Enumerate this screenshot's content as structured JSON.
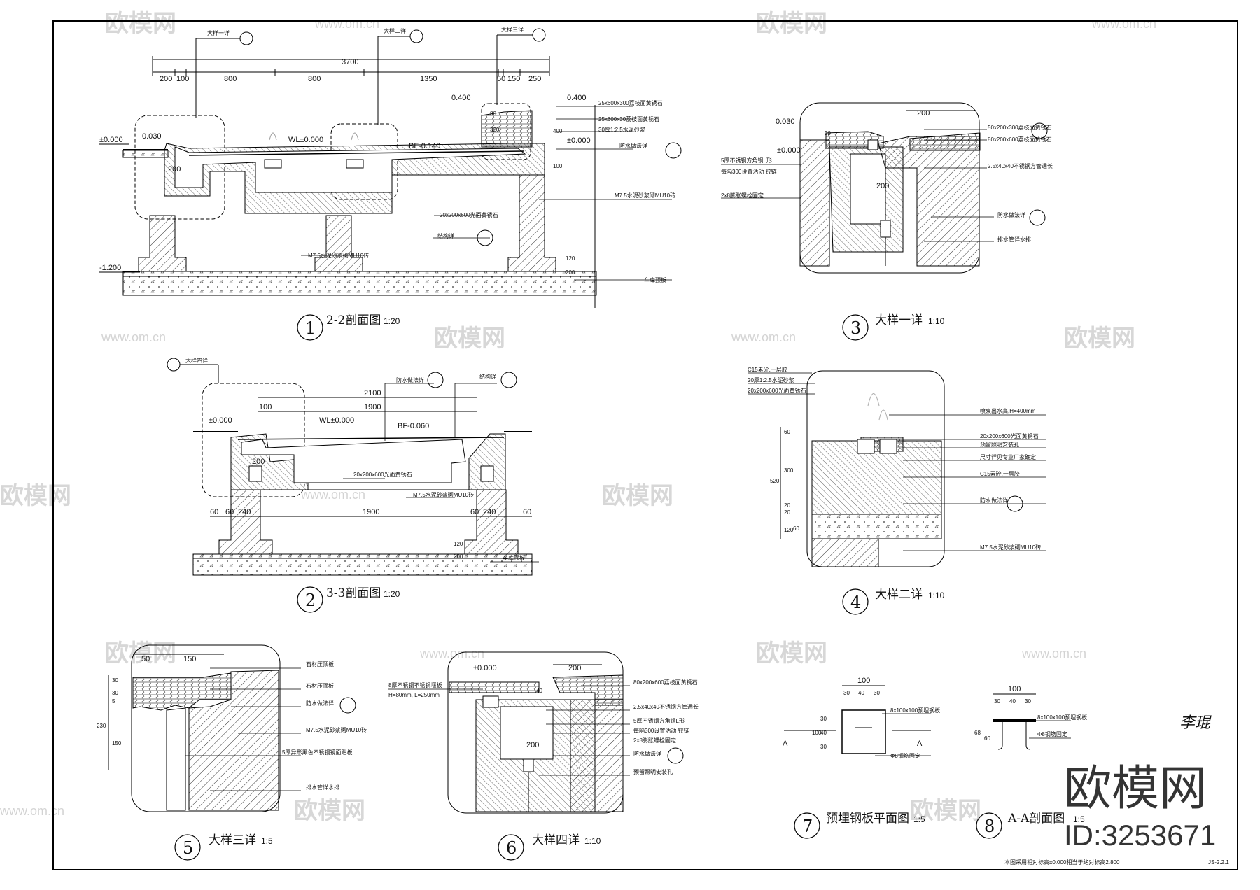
{
  "sheet": {
    "code": "JS-2.2.1",
    "note": "本图采用相对标高±0.000相当于绝对标高2.800",
    "signature": "李琨"
  },
  "watermark": {
    "brand": "欧模网",
    "site": "www.om.cn",
    "id": "ID:3253671"
  },
  "views": [
    {
      "num": "1",
      "title": "2-2剖面图",
      "scale": "1:20"
    },
    {
      "num": "2",
      "title": "3-3剖面图",
      "scale": "1:20"
    },
    {
      "num": "3",
      "title": "大样一详",
      "scale": "1:10"
    },
    {
      "num": "4",
      "title": "大样二详",
      "scale": "1:10"
    },
    {
      "num": "5",
      "title": "大样三详",
      "scale": "1:5"
    },
    {
      "num": "6",
      "title": "大样四详",
      "scale": "1:10"
    },
    {
      "num": "7",
      "title": "预埋钢板平面图",
      "scale": "1:5"
    },
    {
      "num": "8",
      "title": "A-A剖面图",
      "scale": "1:5"
    }
  ],
  "s1": {
    "detail_refs": [
      "大样一详",
      "大样二详",
      "大样三详"
    ],
    "dims_total": "3700",
    "dims": [
      "200",
      "100",
      "800",
      "800",
      "1350",
      "50",
      "150",
      "250"
    ],
    "levels": [
      "±0.000",
      "0.030",
      "WL±0.000",
      "BF-0.140",
      "0.400",
      "0.400",
      "±0.000",
      "-1.200"
    ],
    "vdims": [
      "320",
      "80",
      "400",
      "100",
      "120",
      "200"
    ],
    "notes": [
      "25x600x300荔枝面黄锈石",
      "25x600x30荔枝面黄锈石",
      "30厚1:2.5水泥砂浆",
      "防水做法详",
      "M7.5水泥砂浆砌MU10砖",
      "20x200x600光面黄锈石",
      "结构详",
      "M7.5水泥砂浆砌MU10砖",
      "车库顶板"
    ],
    "dim200": "200"
  },
  "s2": {
    "detail_ref": "大样四详",
    "dims": [
      "2100",
      "1900",
      "100",
      "1900"
    ],
    "bdims": [
      "60",
      "60",
      "240",
      "60",
      "240",
      "60"
    ],
    "levels": [
      "±0.000",
      "WL±0.000",
      "BF-0.060"
    ],
    "dim200": "200",
    "notes": [
      "防水做法详",
      "结构详",
      "20x200x600光面黄锈石",
      "M7.5水泥砂浆砌MU10砖",
      "车库顶板"
    ],
    "vdims": [
      "120",
      "200"
    ]
  },
  "s3": {
    "levels": [
      "0.030",
      "±0.000"
    ],
    "dims": [
      "200",
      "200",
      "20"
    ],
    "notes": [
      "50x200x300荔枝面黄锈石",
      "80x200x600荔枝面黄锈石",
      "2.5x40x40不锈钢方管通长",
      "防水做法详",
      "排水管详水排",
      "5厚不锈钢方角钢L形",
      "每隔300设置活动 铰链",
      "2x8膨胀螺栓固定"
    ]
  },
  "s4": {
    "dims": [
      "520",
      "60",
      "300",
      "20",
      "20",
      "120",
      "60"
    ],
    "notes": [
      "C15素砼,一层胶",
      "20厚1:2.5水泥砂浆",
      "20x200x600光面黄锈石",
      "防水做法详",
      "喷泉出水高,H=400mm",
      "20x200x600光面黄锈石",
      "预留照明安装孔",
      "尺寸详见专业厂家确定",
      "C15素砼,一层胶",
      "M7.5水泥砂浆砌MU10砖"
    ]
  },
  "s5": {
    "dims": [
      "50",
      "150",
      "30",
      "30",
      "5",
      "230",
      "150"
    ],
    "notes": [
      "石材压顶板",
      "石材压顶板",
      "防水做法详",
      "M7.5水泥砂浆砌MU10砖",
      "5厚异形黑色不锈钢镜面贴板",
      "排水管详水排"
    ]
  },
  "s6": {
    "level": "±0.000",
    "dims": [
      "200",
      "40",
      "200"
    ],
    "notes": [
      "8厚不锈钢不锈钢堰板",
      "H=80mm, L=250mm",
      "80x200x600荔枝面黄锈石",
      "2.5x40x40不锈钢方管通长",
      "5厚不锈钢方角钢L形",
      "每隔300设置活动 铰链",
      "2x8膨胀螺栓固定",
      "防水做法详",
      "预留照明安装孔"
    ]
  },
  "s7": {
    "dims": [
      "100",
      "30",
      "40",
      "30",
      "30",
      "40",
      "30",
      "100"
    ],
    "cut": "A",
    "notes": [
      "8x100x100预埋钢板",
      "Φ8钢筋固定"
    ]
  },
  "s8": {
    "dims": [
      "100",
      "30",
      "40",
      "30",
      "68",
      "60"
    ],
    "notes": [
      "8x100x100预埋钢板",
      "Φ8钢筋固定"
    ]
  }
}
